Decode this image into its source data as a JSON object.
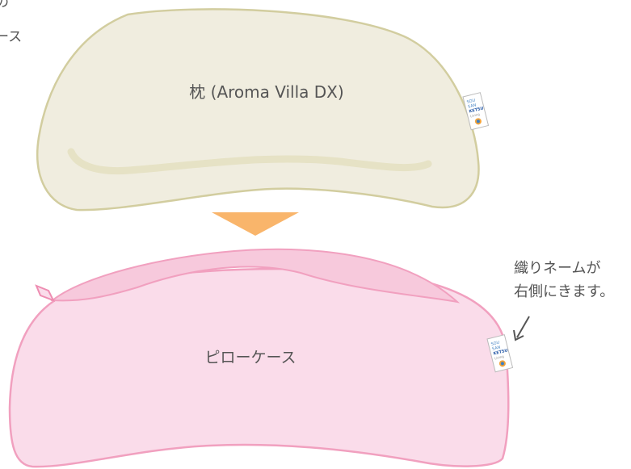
{
  "top_left_fragments": {
    "line1": "の",
    "line2": "ース"
  },
  "pillow": {
    "label": "枕 (Aroma Villa DX)",
    "fill": "#f0eddf",
    "stroke": "#d2cd9f"
  },
  "arrow": {
    "color": "#f9b56b",
    "direction": "down"
  },
  "pillow_case": {
    "label": "ピローケース",
    "fill": "#fadcea",
    "stroke": "#f1a0bf"
  },
  "tag": {
    "line1": "SOU",
    "line2": "SAN",
    "line3": "KETSU",
    "line4": "Living"
  },
  "note": {
    "line1": "織りネームが",
    "line2": "右側にきます。"
  }
}
